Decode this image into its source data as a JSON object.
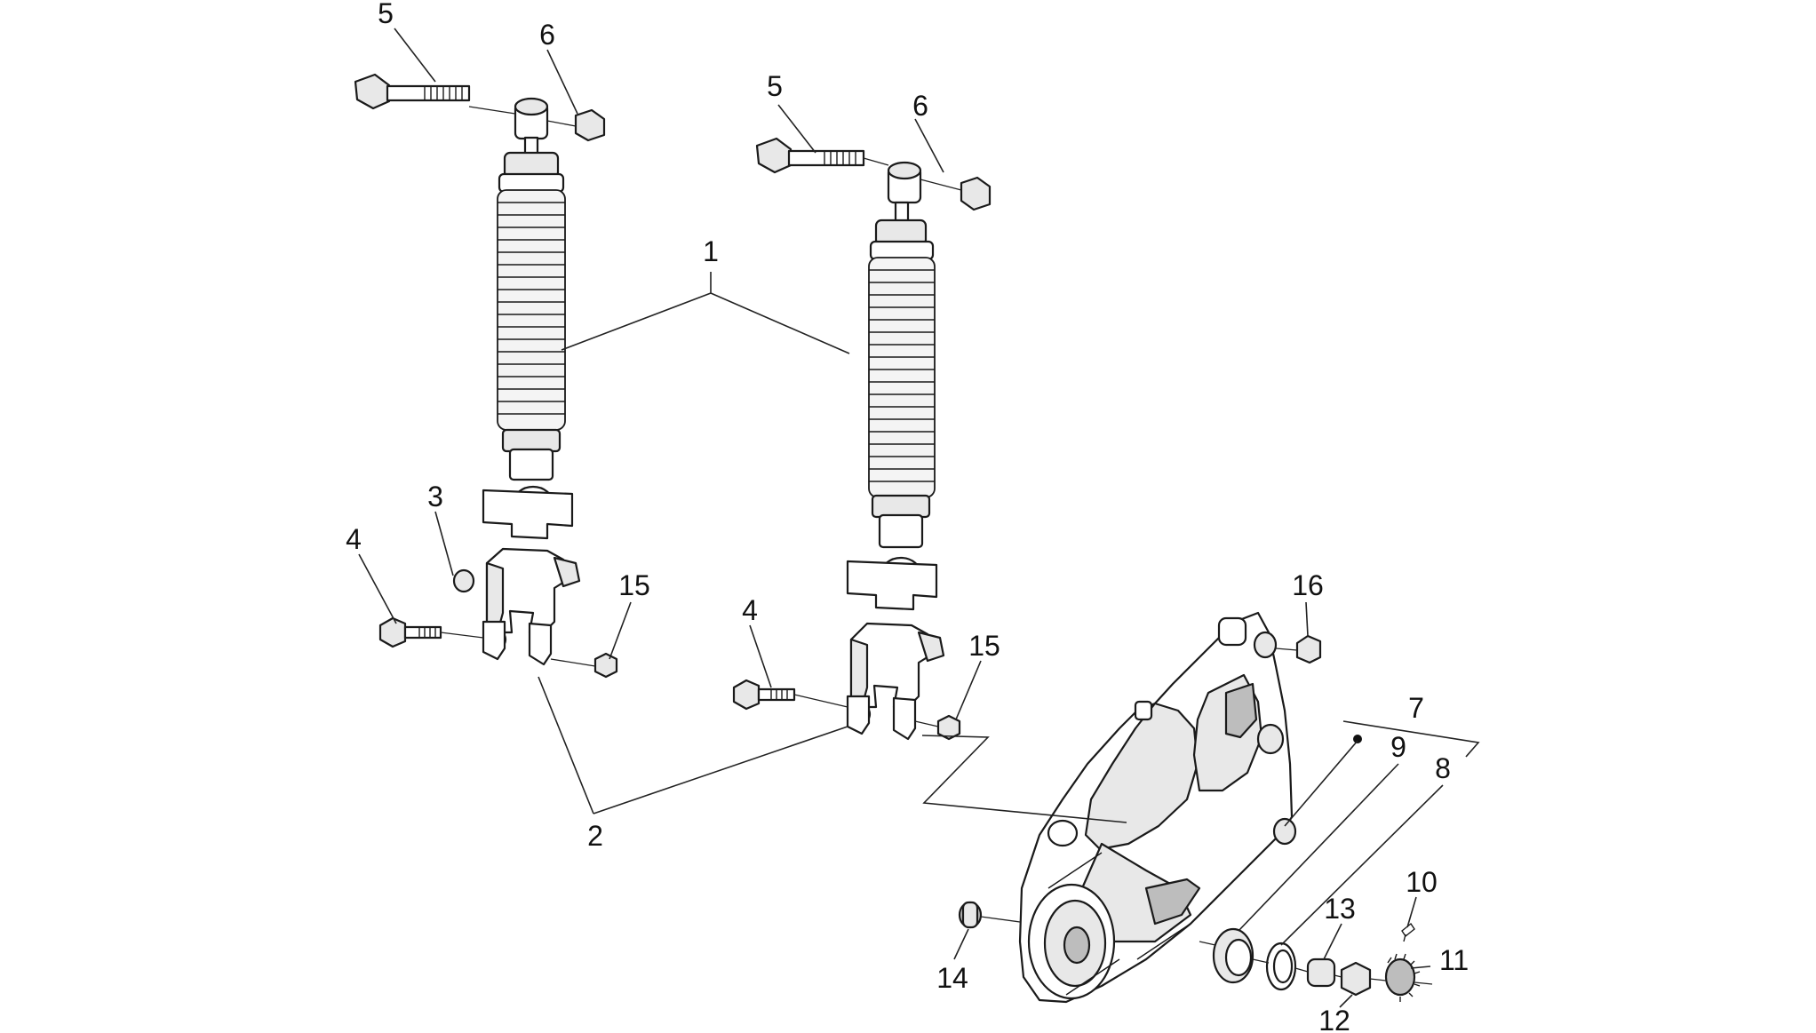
{
  "callouts": [
    {
      "id": "c5a",
      "text": "5"
    },
    {
      "id": "c6a",
      "text": "6"
    },
    {
      "id": "c5b",
      "text": "5"
    },
    {
      "id": "c6b",
      "text": "6"
    },
    {
      "id": "c1",
      "text": "1"
    },
    {
      "id": "c3",
      "text": "3"
    },
    {
      "id": "c4a",
      "text": "4"
    },
    {
      "id": "c15a",
      "text": "15"
    },
    {
      "id": "c4b",
      "text": "4"
    },
    {
      "id": "c15b",
      "text": "15"
    },
    {
      "id": "c16",
      "text": "16"
    },
    {
      "id": "c7",
      "text": "7"
    },
    {
      "id": "c9",
      "text": "9"
    },
    {
      "id": "c8",
      "text": "8"
    },
    {
      "id": "c2",
      "text": "2"
    },
    {
      "id": "c10",
      "text": "10"
    },
    {
      "id": "c13",
      "text": "13"
    },
    {
      "id": "c11",
      "text": "11"
    },
    {
      "id": "c14",
      "text": "14"
    },
    {
      "id": "c12",
      "text": "12"
    }
  ]
}
